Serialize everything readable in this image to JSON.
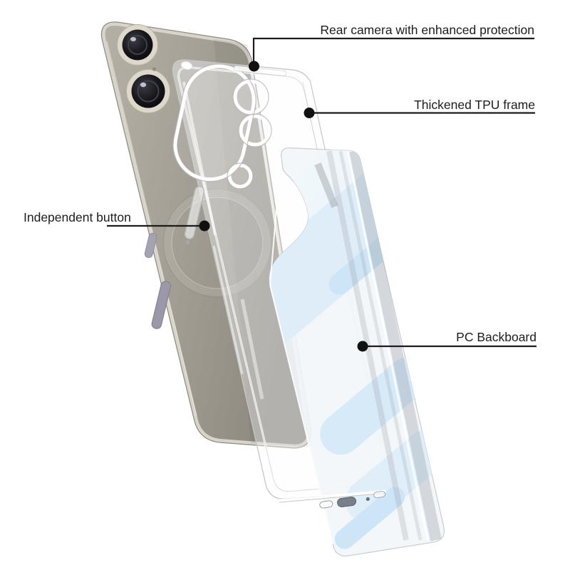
{
  "figure": {
    "type": "product-annotation-image",
    "subject": "Transparent phone case exploded view with titanium phone and clear PC back plate"
  },
  "annotations": {
    "rear_camera": {
      "label": "Rear camera with enhanced protection"
    },
    "tpu_frame": {
      "label": "Thickened TPU frame"
    },
    "independent_button": {
      "label": "Independent button"
    },
    "pc_backboard": {
      "label": "PC Backboard"
    }
  },
  "colors": {
    "background": "#ffffff",
    "annotation_line": "#1c1c1c",
    "annotation_text": "#1d1d1d",
    "phone_body": "#a29e94",
    "phone_edge": "#d8d4c9",
    "camera_ring": "#ddd8c9",
    "camera_lens": "#141418",
    "side_button": "#9b98a9",
    "case_line": "#c6c6c6",
    "backboard_tint": "#f3f6f9",
    "stripe_blue": "#d7eaf8"
  }
}
